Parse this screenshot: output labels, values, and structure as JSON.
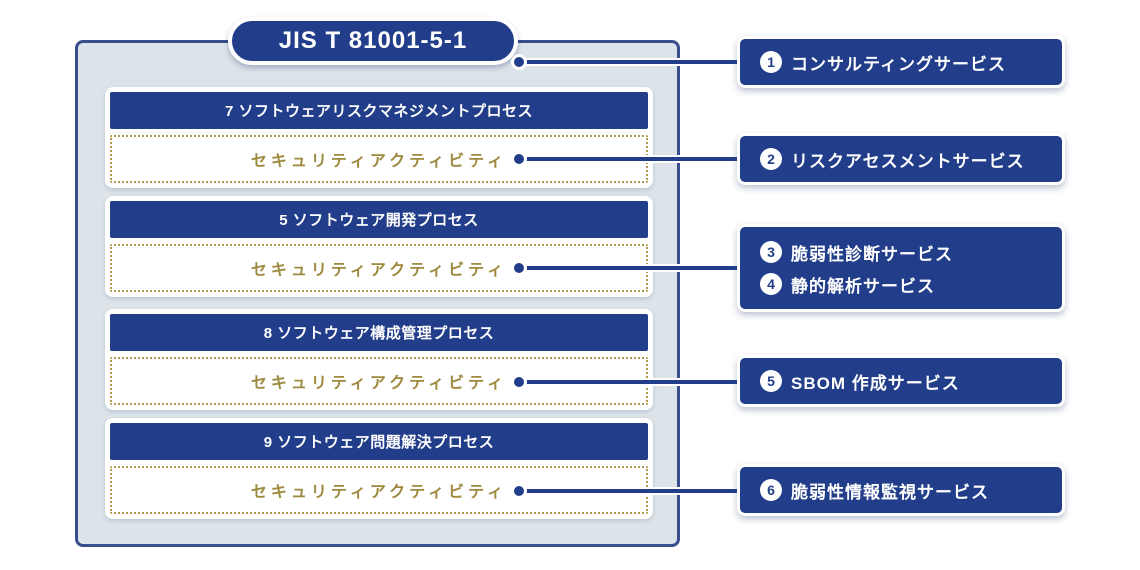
{
  "title": "JIS T 81001-5-1",
  "colors": {
    "navy_box": "#223e8a",
    "panel_bg": "#dde4e9",
    "panel_border": "#3a4d8c",
    "gold_text": "#9d8a3f",
    "gold_dots": "#b09b4d",
    "white": "#ffffff"
  },
  "groups": [
    {
      "header": "7 ソフトウェアリスクマネジメントプロセス",
      "activity": "セキュリティアクティビティ"
    },
    {
      "header": "5 ソフトウェア開発プロセス",
      "activity": "セキュリティアクティビティ"
    },
    {
      "header": "8 ソフトウェア構成管理プロセス",
      "activity": "セキュリティアクティビティ"
    },
    {
      "header": "9 ソフトウェア問題解決プロセス",
      "activity": "セキュリティアクティビティ"
    }
  ],
  "services": [
    {
      "number": "1",
      "label": "コンサルティングサービス"
    },
    {
      "number": "2",
      "label": "リスクアセスメントサービス"
    },
    {
      "number": "3",
      "label": "脆弱性診断サービス"
    },
    {
      "number": "4",
      "label": "静的解析サービス"
    },
    {
      "number": "5",
      "label": "SBOM 作成サービス"
    },
    {
      "number": "6",
      "label": "脆弱性情報監視サービス"
    }
  ]
}
